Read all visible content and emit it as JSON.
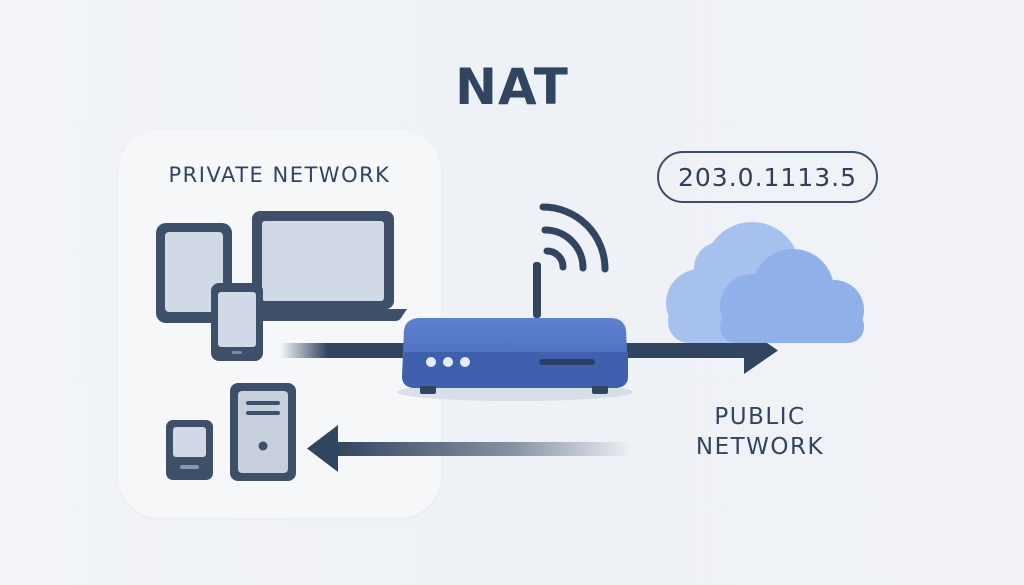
{
  "diagram": {
    "title": "NAT",
    "private_network_label": "PRIVATE NETWORK",
    "public_ip": "203.0.1113.5",
    "public_network_label_line1": "PUBLIC",
    "public_network_label_line2": "NETWORK"
  },
  "icons": {
    "devices": [
      "tablet-icon",
      "laptop-icon",
      "phone-icon",
      "small-phone-icon",
      "desktop-tower-icon"
    ],
    "router": "router-icon",
    "wifi": "wifi-signal-icon",
    "cloud": "cloud-icon",
    "outbound_arrow": "arrow-right-icon",
    "inbound_arrow": "arrow-left-icon"
  },
  "colors": {
    "background": "#eef1f5",
    "panel": "#f6f7f9",
    "dark": "#324560",
    "router": "#4a6fc4",
    "cloud": "#8fb0e8",
    "screen": "#d2d9e6"
  }
}
